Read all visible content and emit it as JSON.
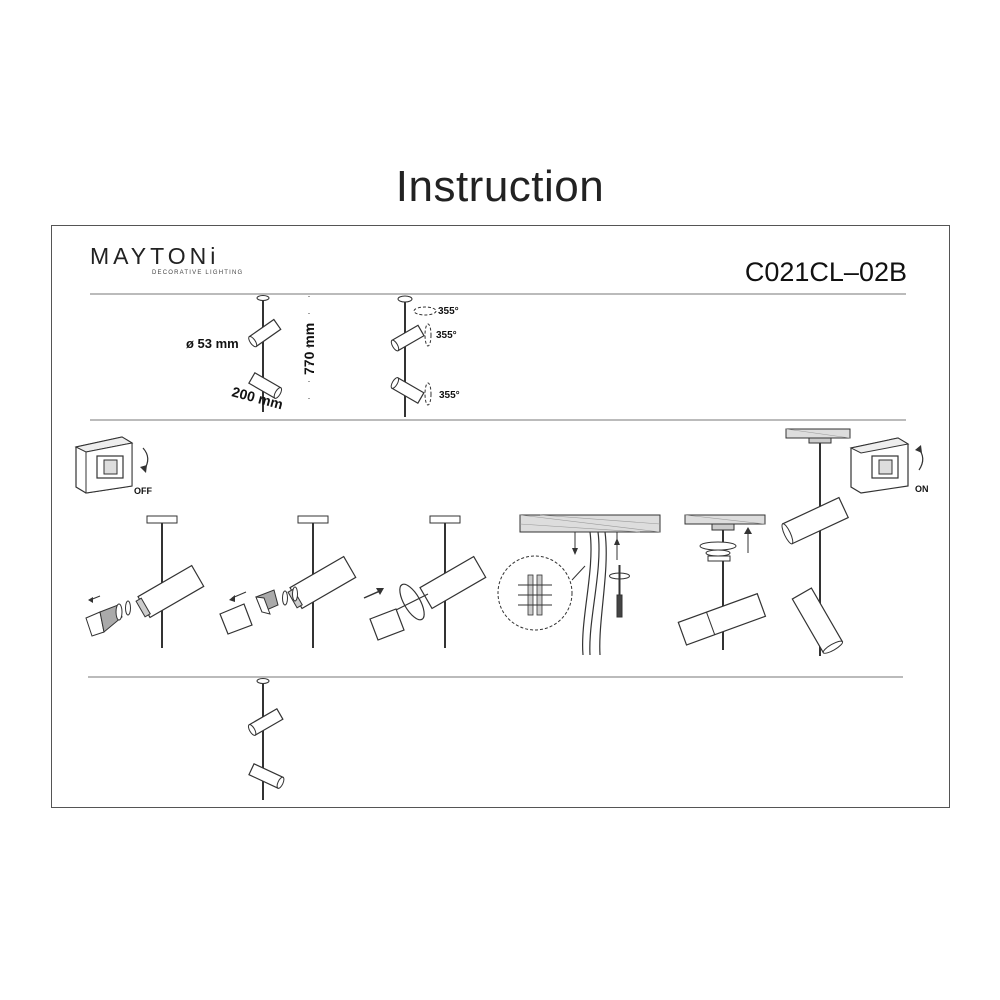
{
  "header": {
    "title": "Instruction"
  },
  "brand": {
    "name": "MAYTONi",
    "tagline": "DECORATIVE LIGHTING"
  },
  "product": {
    "model": "C021CL–02B"
  },
  "dimensions": {
    "diameter": "ø 53 mm",
    "height": "770 mm",
    "width": "200 mm"
  },
  "rotation": {
    "label_1": "355°",
    "label_2": "355°",
    "label_3": "355°"
  },
  "switch": {
    "off_label": "OFF",
    "on_label": "ON"
  }
}
